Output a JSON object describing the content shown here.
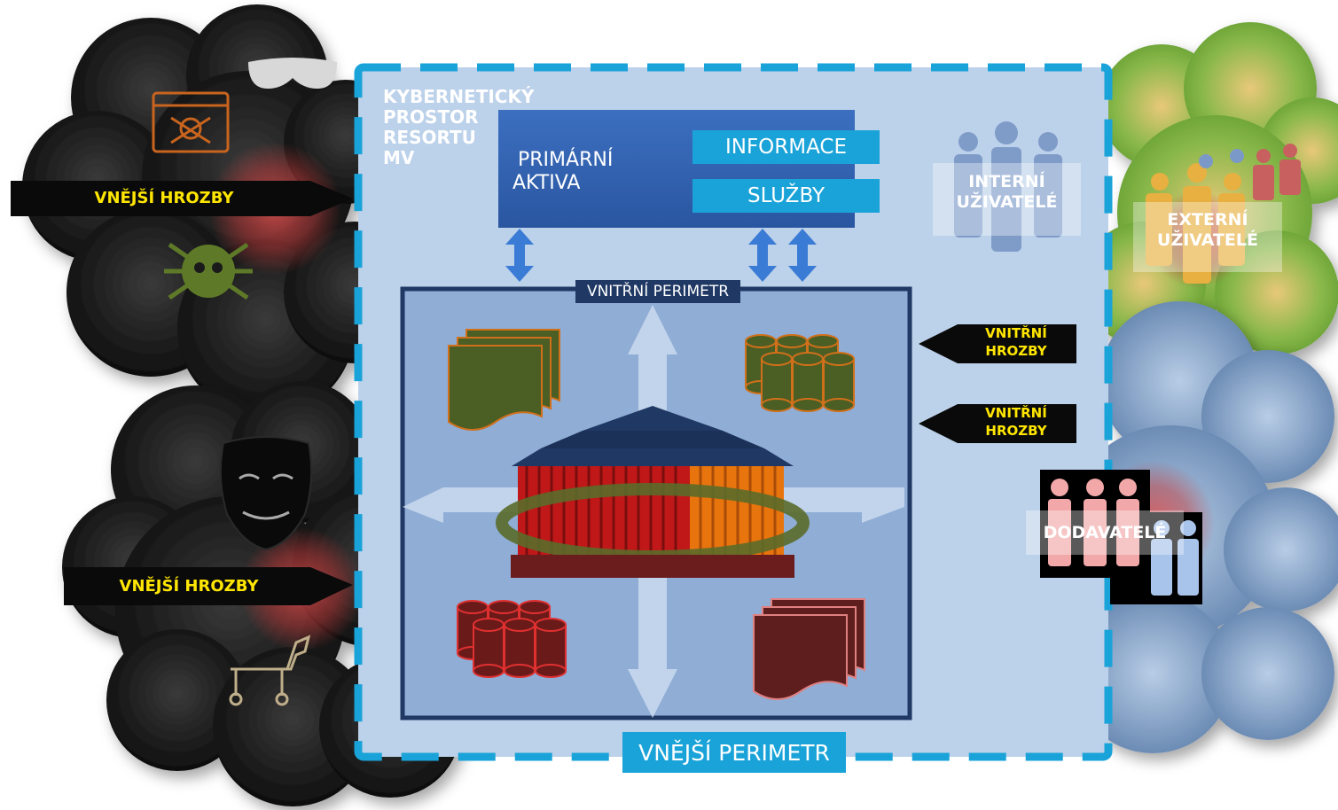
{
  "diagram": {
    "space_title": [
      "KYBERNETICKÝ",
      "PROSTOR",
      "RESORTU",
      "MV"
    ],
    "primary_assets": [
      "PRIMÁRNÍ",
      "AKTIVA"
    ],
    "information_label": "INFORMACE",
    "services_label": "SLUŽBY",
    "inner_perimeter_label": "VNITŘNÍ PERIMETR",
    "outer_perimeter_label": "VNĚJŠÍ PERIMETR",
    "external_threat_top": "VNĚJŠÍ HROZBY",
    "external_threat_bottom": "VNĚJŠÍ HROZBY",
    "internal_threat_1": [
      "VNITŘNÍ",
      "HROZBY"
    ],
    "internal_threat_2": [
      "VNITŘNÍ",
      "HROZBY"
    ],
    "internal_users": [
      "INTERNÍ",
      "UŽIVATELÉ"
    ],
    "external_users": [
      "EXTERNÍ",
      "UŽIVATELÉ"
    ],
    "suppliers": "DODAVATELÉ"
  },
  "colors": {
    "accent_blue": "#1aa3d8",
    "perimeter_navy": "#1f3864",
    "threat_yellow": "#ffe600",
    "asset_green": "#4b5e24",
    "asset_red": "#8b1a1a"
  }
}
